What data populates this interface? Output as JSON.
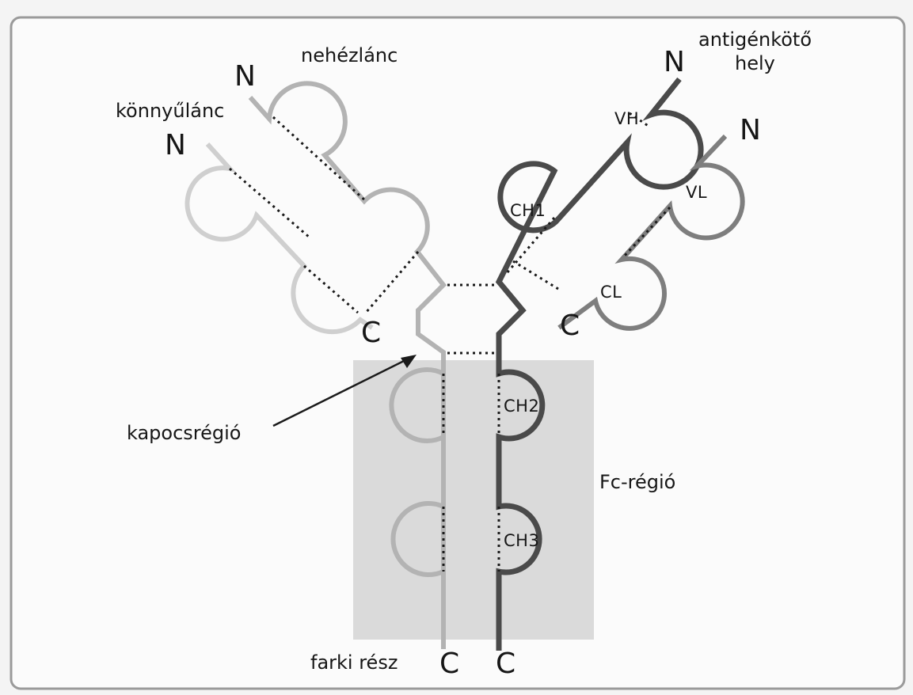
{
  "labels": {
    "heavy_chain": "nehézlánc",
    "light_chain": "könnyűlánc",
    "antigen_site_line1": "antigénkötő",
    "antigen_site_line2": "hely",
    "hinge": "kapocsrégió",
    "fc_region": "Fc-régió",
    "tail": "farki rész",
    "n_heavy_left": "N",
    "n_light_left": "N",
    "n_heavy_right": "N",
    "n_light_right": "N",
    "c_light_left": "C",
    "c_light_right": "C",
    "c_heavy_left": "C",
    "c_heavy_right": "C"
  },
  "domains": {
    "vh": "VH",
    "vl": "VL",
    "ch1": "CH1",
    "cl": "CL",
    "ch2": "CH2",
    "ch3": "CH3"
  },
  "colors": {
    "fc_shading": "#d9d9d9",
    "heavy_left": "#b3b3b3",
    "light_left": "#cfcfcf",
    "heavy_right": "#4a4a4a",
    "light_right": "#7e7e7e"
  }
}
